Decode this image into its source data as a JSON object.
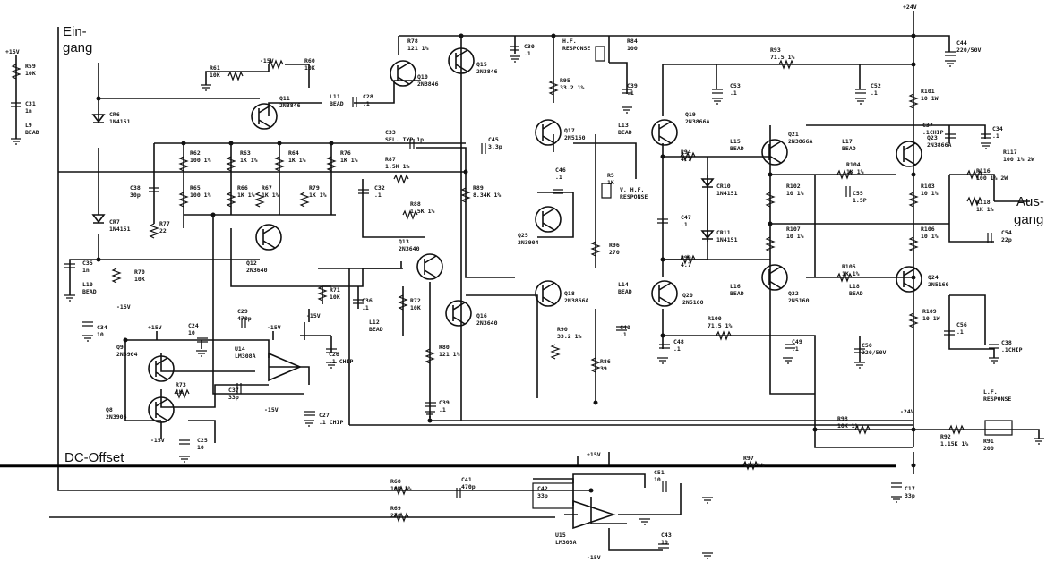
{
  "annotations": {
    "eingang_1": "Ein-",
    "eingang_2": "gang",
    "ausgang_1": "Aus-",
    "ausgang_2": "gang",
    "dc_offset": "DC-Offset"
  },
  "rails": {
    "v_pos15": "+15V",
    "v_neg15": "-15V",
    "v_pos24": "+24V",
    "v_neg24": "-24V"
  },
  "components": [
    {
      "id": "R59",
      "line1": "R59",
      "line2": "10K"
    },
    {
      "id": "C31",
      "line1": "C31",
      "line2": "1n"
    },
    {
      "id": "L9",
      "line1": "L9",
      "line2": "BEAD"
    },
    {
      "id": "R61",
      "line1": "R61",
      "line2": "10K"
    },
    {
      "id": "R60",
      "line1": "R60",
      "line2": "10K"
    },
    {
      "id": "R78",
      "line1": "R78",
      "line2": "121 1%"
    },
    {
      "id": "Q10",
      "line1": "Q10",
      "line2": "2N3846"
    },
    {
      "id": "Q11",
      "line1": "Q11",
      "line2": "2N3846"
    },
    {
      "id": "L11",
      "line1": "L11",
      "line2": "BEAD"
    },
    {
      "id": "C28",
      "line1": "C28",
      "line2": ".1"
    },
    {
      "id": "Q15",
      "line1": "Q15",
      "line2": "2N3846"
    },
    {
      "id": "C30",
      "line1": "C30",
      "line2": ".1"
    },
    {
      "id": "HFR",
      "line1": "H.F.",
      "line2": "RESPONSE"
    },
    {
      "id": "R84",
      "line1": "R84",
      "line2": "100"
    },
    {
      "id": "R95",
      "line1": "R95",
      "line2": "33.2 1%"
    },
    {
      "id": "C39",
      "line1": "C39",
      "line2": ".1"
    },
    {
      "id": "CR6",
      "line1": "CR6",
      "line2": "1N4151"
    },
    {
      "id": "R62",
      "line1": "R62",
      "line2": "100 1%"
    },
    {
      "id": "R63",
      "line1": "R63",
      "line2": "1K 1%"
    },
    {
      "id": "R64",
      "line1": "R64",
      "line2": "1K 1%"
    },
    {
      "id": "R76",
      "line1": "R76",
      "line2": "1K 1%"
    },
    {
      "id": "C33",
      "line1": "C33",
      "line2": "SEL. TYP 1p"
    },
    {
      "id": "C45",
      "line1": "C45",
      "line2": "3.3p"
    },
    {
      "id": "Q17",
      "line1": "Q17",
      "line2": "2N5160"
    },
    {
      "id": "L13",
      "line1": "L13",
      "line2": "BEAD"
    },
    {
      "id": "Q19",
      "line1": "Q19",
      "line2": "2N3866A"
    },
    {
      "id": "R93",
      "line1": "R93",
      "line2": "71.5 1%"
    },
    {
      "id": "C44",
      "line1": "C44",
      "line2": "220/50V"
    },
    {
      "id": "C53",
      "line1": "C53",
      "line2": ".1"
    },
    {
      "id": "C52",
      "line1": "C52",
      "line2": ".1"
    },
    {
      "id": "R101",
      "line1": "R101",
      "line2": "10 1W"
    },
    {
      "id": "C38",
      "line1": "C38",
      "line2": "30p"
    },
    {
      "id": "R65",
      "line1": "R65",
      "line2": "100 1%"
    },
    {
      "id": "R66",
      "line1": "R66",
      "line2": "1K 1%"
    },
    {
      "id": "R67",
      "line1": "R67",
      "line2": "1K 1%"
    },
    {
      "id": "R79",
      "line1": "R79",
      "line2": "1K 1%"
    },
    {
      "id": "R87",
      "line1": "R87",
      "line2": "1.5K 1%"
    },
    {
      "id": "C32",
      "line1": "C32",
      "line2": ".1"
    },
    {
      "id": "R89",
      "line1": "R89",
      "line2": "8.34K 1%"
    },
    {
      "id": "R88",
      "line1": "R88",
      "line2": "1.5K 1%"
    },
    {
      "id": "C46",
      "line1": "C46",
      "line2": ".1"
    },
    {
      "id": "R5",
      "line1": "R5",
      "line2": "1K"
    },
    {
      "id": "VHF",
      "line1": "V. H.F.",
      "line2": "RESPONSE"
    },
    {
      "id": "R94",
      "line1": "R94",
      "line2": "4.7"
    },
    {
      "id": "L15",
      "line1": "L15",
      "line2": "BEAD"
    },
    {
      "id": "Q21",
      "line1": "Q21",
      "line2": "2N3866A"
    },
    {
      "id": "L17",
      "line1": "L17",
      "line2": "BEAD"
    },
    {
      "id": "Q23",
      "line1": "Q23",
      "line2": "2N3866A"
    },
    {
      "id": "C37",
      "line1": "C37",
      "line2": ".1CHIP"
    },
    {
      "id": "C34",
      "line1": "C34",
      "line2": ".1"
    },
    {
      "id": "R117",
      "line1": "R117",
      "line2": "100 1% 2W"
    },
    {
      "id": "R116",
      "line1": "R116",
      "line2": "100 1% 2W"
    },
    {
      "id": "R104",
      "line1": "R104",
      "line2": "1K 1%"
    },
    {
      "id": "C55",
      "line1": "C55",
      "line2": "1.5P"
    },
    {
      "id": "R102",
      "line1": "R102",
      "line2": "10 1%"
    },
    {
      "id": "R103",
      "line1": "R103",
      "line2": "10 1%"
    },
    {
      "id": "R118",
      "line1": "R118",
      "line2": "1K 1%"
    },
    {
      "id": "CR10",
      "line1": "CR10",
      "line2": "1N4151"
    },
    {
      "id": "CR11",
      "line1": "CR11",
      "line2": "1N4151"
    },
    {
      "id": "R77",
      "line1": "R77",
      "line2": "22"
    },
    {
      "id": "CR7",
      "line1": "CR7",
      "line2": "1N4151"
    },
    {
      "id": "Q12",
      "line1": "Q12",
      "line2": "2N3640"
    },
    {
      "id": "Q25",
      "line1": "Q25",
      "line2": "2N3904"
    },
    {
      "id": "R96",
      "line1": "R96",
      "line2": "270"
    },
    {
      "id": "C47",
      "line1": "C47",
      "line2": ".1"
    },
    {
      "id": "R107",
      "line1": "R107",
      "line2": "10 1%"
    },
    {
      "id": "R106",
      "line1": "R106",
      "line2": "10 1%"
    },
    {
      "id": "C54",
      "line1": "C54",
      "line2": "22p"
    },
    {
      "id": "C35",
      "line1": "C35",
      "line2": "1n"
    },
    {
      "id": "R70",
      "line1": "R70",
      "line2": "10K"
    },
    {
      "id": "L10",
      "line1": "L10",
      "line2": "BEAD"
    },
    {
      "id": "Q13",
      "line1": "Q13",
      "line2": "2N3640"
    },
    {
      "id": "R71",
      "line1": "R71",
      "line2": "10K"
    },
    {
      "id": "C36",
      "line1": "C36",
      "line2": ".1"
    },
    {
      "id": "R72",
      "line1": "R72",
      "line2": "10K"
    },
    {
      "id": "L12",
      "line1": "L12",
      "line2": "BEAD"
    },
    {
      "id": "Q18",
      "line1": "Q18",
      "line2": "2N3866A"
    },
    {
      "id": "L14",
      "line1": "L14",
      "line2": "BEAD"
    },
    {
      "id": "Q20",
      "line1": "Q20",
      "line2": "2N5160"
    },
    {
      "id": "R99",
      "line1": "R99",
      "line2": "4.7"
    },
    {
      "id": "L16",
      "line1": "L16",
      "line2": "BEAD"
    },
    {
      "id": "Q22",
      "line1": "Q22",
      "line2": "2N5160"
    },
    {
      "id": "R105",
      "line1": "R105",
      "line2": "1K 1%"
    },
    {
      "id": "L18",
      "line1": "L18",
      "line2": "BEAD"
    },
    {
      "id": "Q24",
      "line1": "Q24",
      "line2": "2N5160"
    },
    {
      "id": "C34b",
      "line1": "C34",
      "line2": "10"
    },
    {
      "id": "C29",
      "line1": "C29",
      "line2": "470p"
    },
    {
      "id": "C24",
      "line1": "C24",
      "line2": "10"
    },
    {
      "id": "Q9",
      "line1": "Q9",
      "line2": "2N3904"
    },
    {
      "id": "U14",
      "line1": "U14",
      "line2": "LM308A"
    },
    {
      "id": "C26",
      "line1": "C26",
      "line2": ".1 CHIP"
    },
    {
      "id": "R73",
      "line1": "R73",
      "line2": "1K"
    },
    {
      "id": "C37b",
      "line1": "C37",
      "line2": "33p"
    },
    {
      "id": "Q8",
      "line1": "Q8",
      "line2": "2N3906"
    },
    {
      "id": "C25",
      "line1": "C25",
      "line2": "10"
    },
    {
      "id": "C27",
      "line1": "C27",
      "line2": ".1 CHIP"
    },
    {
      "id": "Q16",
      "line1": "Q16",
      "line2": "2N3640"
    },
    {
      "id": "R80",
      "line1": "R80",
      "line2": "121 1%"
    },
    {
      "id": "C39b",
      "line1": "C39",
      "line2": ".1"
    },
    {
      "id": "R90",
      "line1": "R90",
      "line2": "33.2 1%"
    },
    {
      "id": "C40",
      "line1": "C40",
      "line2": ".1"
    },
    {
      "id": "R86",
      "line1": "R86",
      "line2": "39"
    },
    {
      "id": "R100",
      "line1": "R100",
      "line2": "71.5 1%"
    },
    {
      "id": "C48",
      "line1": "C48",
      "line2": ".1"
    },
    {
      "id": "C49",
      "line1": "C49",
      "line2": ".1"
    },
    {
      "id": "C50",
      "line1": "C50",
      "line2": "220/50V"
    },
    {
      "id": "R109",
      "line1": "R109",
      "line2": "10 1W"
    },
    {
      "id": "C56",
      "line1": "C56",
      "line2": ".1"
    },
    {
      "id": "C38b",
      "line1": "C38",
      "line2": ".1CHIP"
    },
    {
      "id": "R98",
      "line1": "R98",
      "line2": "10K 1%"
    },
    {
      "id": "R92",
      "line1": "R92",
      "line2": "1.15K 1%"
    },
    {
      "id": "LFR",
      "line1": "L.F.",
      "line2": "RESPONSE"
    },
    {
      "id": "R91",
      "line1": "R91",
      "line2": "200"
    },
    {
      "id": "R97",
      "line1": "R97",
      "line2": "10K 1%"
    },
    {
      "id": "C17",
      "line1": "C17",
      "line2": "33p"
    },
    {
      "id": "C42",
      "line1": "C42",
      "line2": "33p"
    },
    {
      "id": "C41",
      "line1": "C41",
      "line2": "470p"
    },
    {
      "id": "C51",
      "line1": "C51",
      "line2": "10"
    },
    {
      "id": "U15",
      "line1": "U15",
      "line2": "LM308A"
    },
    {
      "id": "C43",
      "line1": "C43",
      "line2": "10"
    },
    {
      "id": "R68",
      "line1": "R68",
      "line2": "10K 1%"
    },
    {
      "id": "R69",
      "line1": "R69",
      "line2": "270"
    }
  ]
}
